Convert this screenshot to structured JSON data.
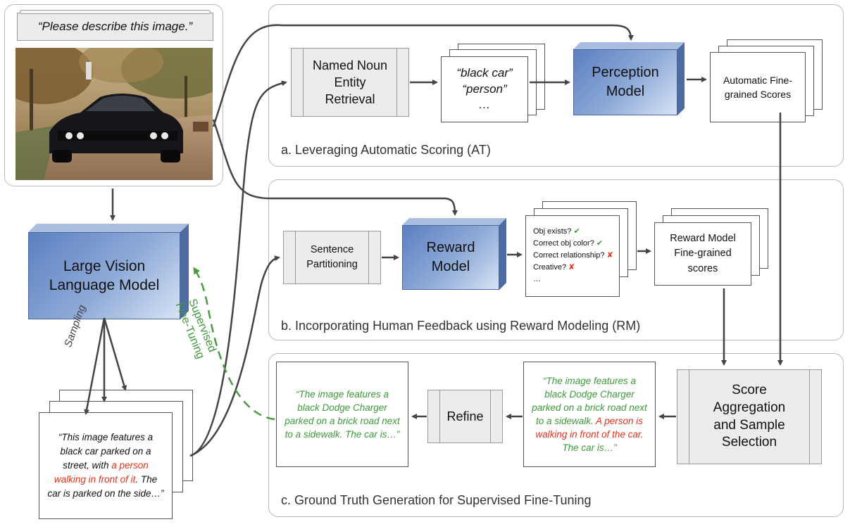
{
  "prompt": "“Please describe this image.”",
  "lvlm": "Large Vision Language Model",
  "sampling": "Sampling",
  "sft_label_1": "Supervised",
  "sft_label_2": "Fine-Tuning",
  "sample_text": {
    "part1": "“This image features a black car parked on a street, with ",
    "highlight": "a person walking in front of it",
    "part2": ". The car is parked on the side…”"
  },
  "panel_a": {
    "label": "a. Leveraging Automatic Scoring (AT)",
    "ner": "Named Noun Entity Retrieval",
    "entities": [
      "“black car”",
      "“person”",
      "…"
    ],
    "perception": "Perception Model",
    "scores": "Automatic Fine-grained Scores"
  },
  "panel_b": {
    "label": "b. Incorporating Human Feedback using Reward Modeling (RM)",
    "partition": "Sentence Partitioning",
    "reward": "Reward Model",
    "checks": [
      {
        "text": "Obj exists?",
        "mark": "✔"
      },
      {
        "text": "Correct obj color?",
        "mark": "✔"
      },
      {
        "text": "Correct relationship?",
        "mark": "✘"
      },
      {
        "text": "Creative?",
        "mark": "✘"
      }
    ],
    "checks_more": "…",
    "scores": "Reward Model Fine-grained scores"
  },
  "panel_c": {
    "label": "c. Ground Truth Generation for Supervised Fine-Tuning",
    "aggregation": "Score Aggregation and Sample Selection",
    "selected_green1": "“The image features a black Dodge Charger parked on a brick road next to a sidewalk. ",
    "selected_red": "A person is walking in front of the car.",
    "selected_green2": " The car is…”",
    "refine": "Refine",
    "refined": "“The image features a black Dodge Charger parked on a brick road next to a sidewalk. The car is…”"
  },
  "colors": {
    "accent_blue": "#6f8fcb",
    "green": "#3d9a3a",
    "red": "#e0321c"
  }
}
